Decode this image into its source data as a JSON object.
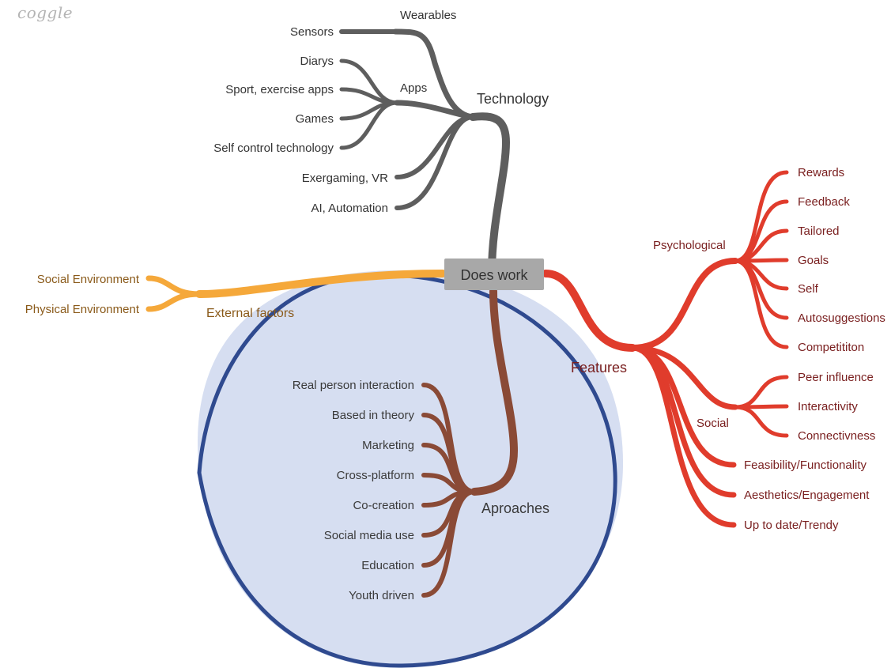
{
  "app": {
    "logo": "coggle"
  },
  "colors": {
    "technology": "#5e5e5e",
    "features": "#e03c2c",
    "approaches": "#8a4a36",
    "external": "#f5a83a",
    "root_fill": "#a8a8a8",
    "highlight_fill": "#d6def1",
    "highlight_stroke": "#2f4a8f",
    "text_tech": "#333333",
    "text_features": "#7a2020",
    "text_approaches": "#3a3a3a",
    "text_external": "#8a5a1a"
  },
  "root": {
    "label": "Does work"
  },
  "technology": {
    "label": "Technology",
    "wearables": {
      "label": "Wearables",
      "children": [
        "Sensors"
      ]
    },
    "apps": {
      "label": "Apps",
      "children": [
        "Diarys",
        "Sport, exercise apps",
        "Games",
        "Self control technology"
      ]
    },
    "leaves": [
      "Exergaming, VR",
      "AI, Automation"
    ]
  },
  "features": {
    "label": "Features",
    "psychological": {
      "label": "Psychological",
      "children": [
        "Rewards",
        "Feedback",
        "Tailored",
        "Goals",
        "Self",
        "Autosuggestions",
        "Competititon"
      ]
    },
    "social": {
      "label": "Social",
      "children": [
        "Peer influence",
        "Interactivity",
        "Connectivness"
      ]
    },
    "leaves": [
      "Feasibility/Functionality",
      "Aesthetics/Engagement",
      "Up to date/Trendy"
    ]
  },
  "external": {
    "label": "External factors",
    "children": [
      "Social Environment",
      "Physical Environment"
    ]
  },
  "approaches": {
    "label": "Aproaches",
    "children": [
      "Real person interaction",
      "Based in theory",
      "Marketing",
      "Cross-platform",
      "Co-creation",
      "Social media use",
      "Education",
      "Youth driven"
    ]
  }
}
